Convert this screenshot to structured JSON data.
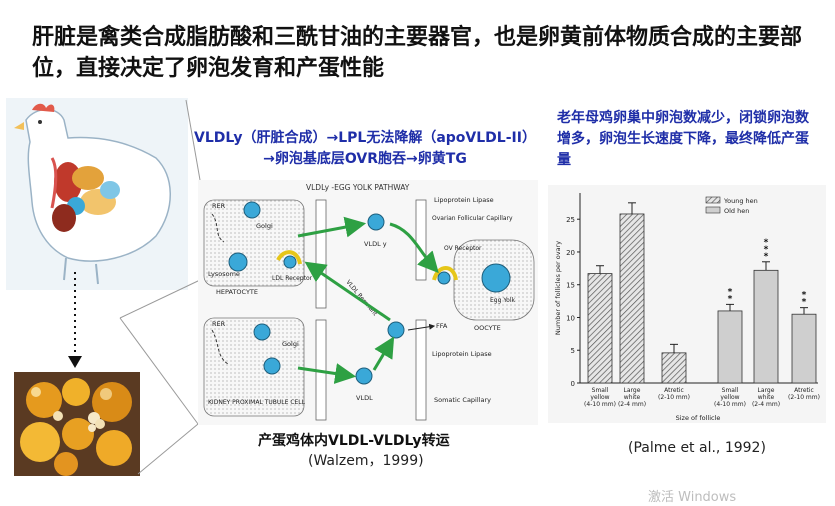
{
  "title": "肝脏是禽类合成脂肪酸和三酰甘油的主要器官，也是卵黄前体物质合成的主要部位，直接决定了卵泡发育和产蛋性能",
  "left_caption": "VLDLy（肝脏合成）→LPL无法降解（apoVLDL-II）→卵泡基底层OVR胞吞→卵黄TG",
  "right_caption": "老年母鸡卵巢中卵泡数减少，闭锁卵泡数增多，卵泡生长速度下降，最终降低产蛋量",
  "pathway": {
    "heading": "VLDLy -EGG YOLK PATHWAY",
    "labels": {
      "rer_top": "RER",
      "golgi_top": "Golgi",
      "lysosome": "Lysosome",
      "ldl_receptor": "LDL Receptor",
      "hepatocyte": "HEPATOCYTE",
      "vldly": "VLDL y",
      "lipoprotein_lipase_top": "Lipoprotein Lipase",
      "ovarian_capillary": "Ovarian Follicular Capillary",
      "ov_receptor": "OV Receptor",
      "vldl_remnant": "VLDL Remnant",
      "egg_yolk": "Egg Yolk",
      "oocyte": "OOCYTE",
      "ffa": "FFA",
      "lipoprotein_lipase_bottom": "Lipoprotein Lipase",
      "rer_bottom": "RER",
      "golgi_bottom": "Golgi",
      "kidney": "KIDNEY PROXIMAL TUBULE CELL",
      "vldl": "VLDL",
      "somatic_capillary": "Somatic Capillary"
    },
    "caption": "产蛋鸡体内VLDL-VLDLy转运",
    "citation": "(Walzem，1999)"
  },
  "chart_data": {
    "type": "bar",
    "categories": [
      "Small yellow (4-10 mm)",
      "Large white (2-4 mm)",
      "Atretic (2-10 mm)",
      "Small yellow (4-10 mm)",
      "Large white (2-4 mm)",
      "Atretic (2-10 mm)"
    ],
    "tick_lines": [
      [
        "Small",
        "yellow",
        "(4-10 mm)"
      ],
      [
        "Large",
        "white",
        "(2-4 mm)"
      ],
      [
        "Atretic",
        "(2-10 mm)"
      ],
      [
        "Small",
        "yellow",
        "(4-10 mm)"
      ],
      [
        "Large",
        "white",
        "(2-4 mm)"
      ],
      [
        "Atretic",
        "(2-10 mm)"
      ]
    ],
    "series": [
      {
        "name": "Young hen",
        "values": [
          16.7,
          25.8,
          4.6,
          null,
          null,
          null
        ],
        "errors": [
          1.2,
          1.7,
          1.3,
          null,
          null,
          null
        ],
        "color": "#9a9a9a"
      },
      {
        "name": "Old hen",
        "values": [
          null,
          null,
          null,
          11.0,
          17.2,
          10.5
        ],
        "errors": [
          null,
          null,
          null,
          1.0,
          1.3,
          1.0
        ],
        "color": "#cfcfcf"
      }
    ],
    "significance": [
      "",
      "",
      "",
      "**",
      "***",
      "**"
    ],
    "yticks": [
      0,
      5,
      10,
      15,
      20,
      25
    ],
    "ylim": [
      0,
      29
    ],
    "ylabel": "Number of follicles per ovary",
    "xlabel": "Size of follicle",
    "legend": "top-right",
    "citation": "(Palme et al., 1992)"
  },
  "watermark": "激活 Windows"
}
